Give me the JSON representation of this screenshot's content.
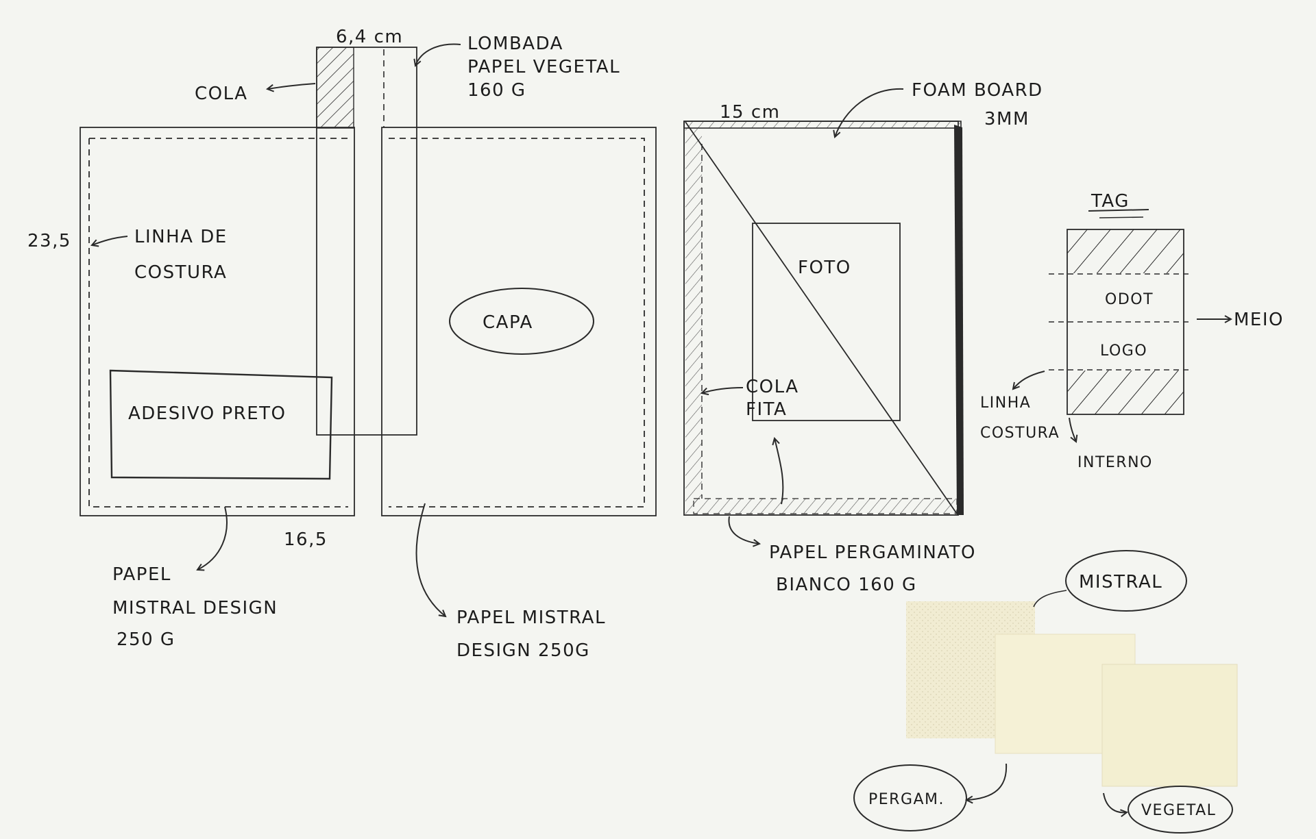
{
  "colors": {
    "paper": "#f4f5f1",
    "ink": "#2a2a2a",
    "swatch_mistral": "#f1ecd2",
    "swatch_pergam": "#f5f1d6",
    "swatch_vegetal": "#f3efd1"
  },
  "labels": {
    "spine_width": "6,4 cm",
    "lombada": [
      "LOMBADA",
      "PAPEL VEGETAL",
      "160 G"
    ],
    "cola_top": "COLA",
    "height_dim": "23,5",
    "linha_costura": [
      "LINHA DE",
      "COSTURA"
    ],
    "capa": "CAPA",
    "adesivo": "ADESIVO PRETO",
    "width_dim": "16,5",
    "papel_left": [
      "PAPEL",
      "MISTRAL DESIGN",
      "250 G"
    ],
    "papel_right": [
      "PAPEL MISTRAL",
      "DESIGN 250G"
    ],
    "foam_width": "15 cm",
    "foam_board": [
      "FOAM BOARD",
      "3MM"
    ],
    "foto": "FOTO",
    "cola_fita": [
      "COLA",
      "FITA"
    ],
    "pergaminato": [
      "PAPEL PERGAMINATO",
      "BIANCO 160 G"
    ],
    "tag_title": "TAG",
    "tag_odot": "ODOT",
    "tag_logo": "LOGO",
    "tag_meio": "MEIO",
    "tag_linha": [
      "LINHA",
      "COSTURA"
    ],
    "tag_interno": "INTERNO",
    "swatch_mistral": "MISTRAL",
    "swatch_pergam": "PERGAM.",
    "swatch_vegetal": "VEGETAL"
  }
}
